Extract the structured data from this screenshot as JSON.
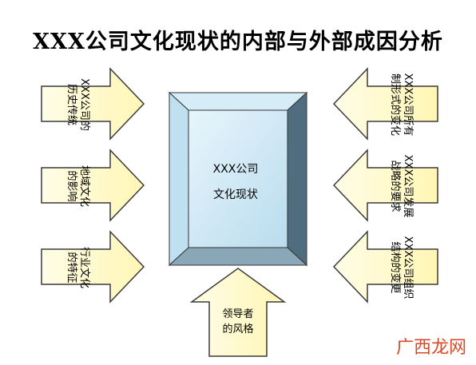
{
  "title": "XXX公司文化现状的内部与外部成因分析",
  "center": {
    "line1": "XXX公司",
    "line2": "文化现状"
  },
  "left_arrows": [
    {
      "line1": "XXX公司的",
      "line2": "历史传统"
    },
    {
      "line1": "地域文化",
      "line2": "的影响"
    },
    {
      "line1": "行业文化",
      "line2": "的特征"
    }
  ],
  "right_arrows": [
    {
      "line1": "XXX公司所有",
      "line2": "制形式的变化"
    },
    {
      "line1": "XXX公司发展",
      "line2": "战略的要求"
    },
    {
      "line1": "XXX公司组织",
      "line2": "结构的变更"
    }
  ],
  "bottom_arrow": {
    "line1": "领导者",
    "line2": "的风格"
  },
  "watermark": "广西龙网",
  "colors": {
    "arrow_fill": "#fffbd0",
    "arrow_stroke": "#3a3a3a",
    "box_light": "#c8e4f2",
    "box_dark": "#4f6d7f"
  }
}
